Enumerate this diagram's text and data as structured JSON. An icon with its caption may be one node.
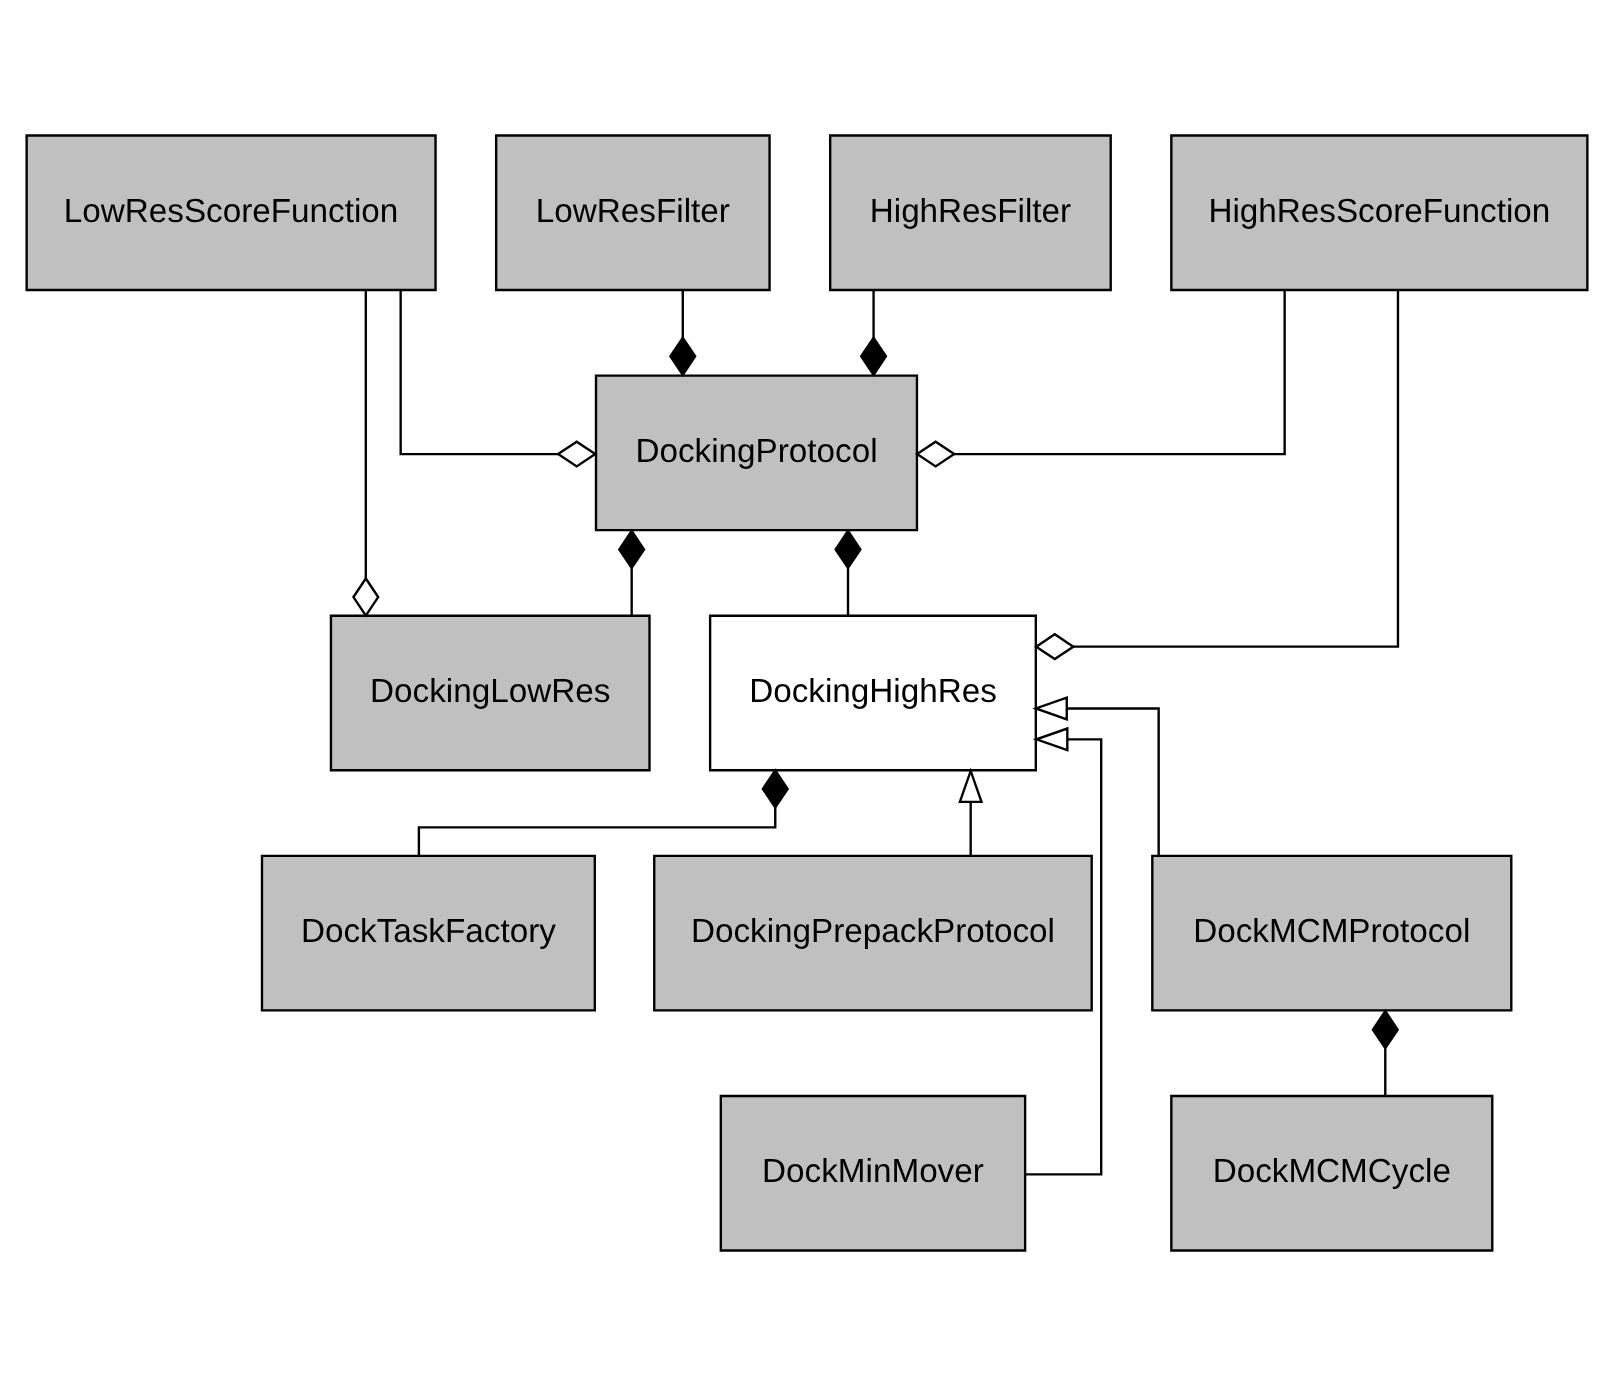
{
  "diagram": {
    "nodes": [
      {
        "text": [
          "LowResFilter"
        ]
      },
      {
        "text": [
          "HighResFilter"
        ]
      },
      {
        "text": [
          "LowResScoreFunction"
        ]
      },
      {
        "text": [
          "HighResScoreFunction"
        ]
      },
      {
        "text": [
          "DockingProtocol"
        ]
      },
      {
        "text": [
          "DockingLowRes"
        ]
      },
      {
        "text": [
          "DockingHighRes"
        ]
      },
      {
        "text": [
          "DockTaskFactory"
        ]
      },
      {
        "text": [
          "DockingPrepackProtocol"
        ]
      },
      {
        "text": [
          "DockMCMProtocol"
        ]
      },
      {
        "text": [
          "DockMinMover"
        ]
      },
      {
        "text": [
          "DockMCMCycle"
        ]
      }
    ],
    "edges": [
      {
        "from": 2,
        "to": 4,
        "arrow": "other"
      },
      {
        "from": 0,
        "to": 4,
        "arrow": "other"
      },
      {
        "from": 1,
        "to": 4,
        "arrow": "other"
      },
      {
        "from": 3,
        "to": 4,
        "arrow": "other"
      },
      {
        "from": 2,
        "to": 5,
        "arrow": "other"
      },
      {
        "from": 5,
        "to": 4,
        "arrow": "other"
      },
      {
        "from": 6,
        "to": 4,
        "arrow": "other"
      },
      {
        "from": 3,
        "to": 6,
        "arrow": "other"
      },
      {
        "from": 7,
        "to": 6,
        "arrow": "other"
      },
      {
        "from": 8,
        "to": 6,
        "arrow": "to"
      },
      {
        "from": 10,
        "to": 6,
        "arrow": "to"
      },
      {
        "from": 9,
        "to": 6,
        "arrow": "to"
      },
      {
        "from": 11,
        "to": 9,
        "arrow": "other"
      }
    ]
  }
}
